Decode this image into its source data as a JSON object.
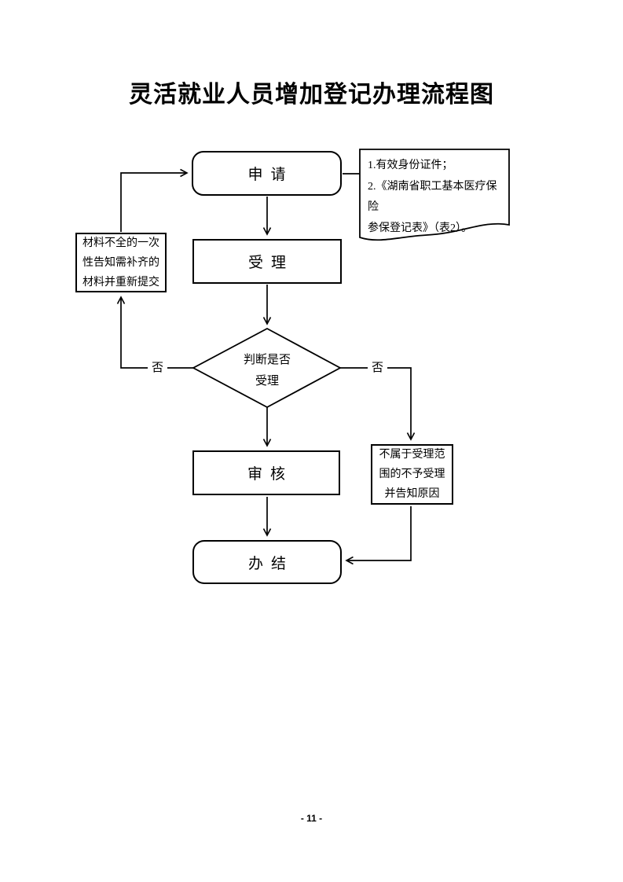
{
  "page": {
    "title": "灵活就业人员增加登记办理流程图",
    "page_number": "- 11 -"
  },
  "flowchart": {
    "apply": {
      "label": "申请"
    },
    "document_note": {
      "lines": [
        "1.有效身份证件；",
        "2.《湖南省职工基本医疗保险",
        "参保登记表》（表2）。"
      ]
    },
    "accept": {
      "label": "受理"
    },
    "incomplete_note": {
      "lines": [
        "材料不全的一次",
        "性告知需补齐的",
        "材料并重新提交"
      ]
    },
    "decision": {
      "lines": [
        "判断是否",
        "受理"
      ]
    },
    "review": {
      "label": "审核"
    },
    "reject_note": {
      "lines": [
        "不属于受理范",
        "围的不予受理",
        "并告知原因"
      ]
    },
    "finish": {
      "label": "办结"
    },
    "edge_labels": {
      "decision_left": "否",
      "decision_right": "否"
    }
  },
  "colors": {
    "stroke": "#000000",
    "text": "#000000",
    "background": "#ffffff"
  }
}
